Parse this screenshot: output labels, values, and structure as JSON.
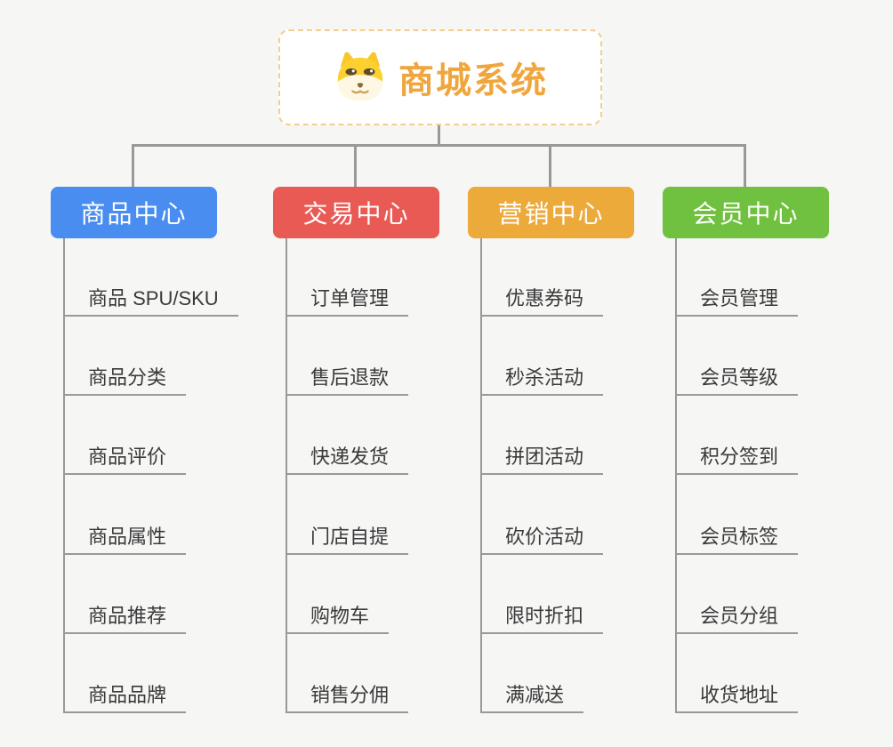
{
  "root": {
    "title": "商城系统",
    "icon": "shiba-dog-icon",
    "title_color": "#f0a63e",
    "border_color": "#f5cd8e"
  },
  "connector_color": "#999999",
  "leaf_text_color": "#3a3a3a",
  "branches": [
    {
      "label": "商品中心",
      "color": "#4a8df0",
      "items": [
        "商品 SPU/SKU",
        "商品分类",
        "商品评价",
        "商品属性",
        "商品推荐",
        "商品品牌"
      ]
    },
    {
      "label": "交易中心",
      "color": "#e85a53",
      "items": [
        "订单管理",
        "售后退款",
        "快递发货",
        "门店自提",
        "购物车",
        "销售分佣"
      ]
    },
    {
      "label": "营销中心",
      "color": "#ecaa3b",
      "items": [
        "优惠券码",
        "秒杀活动",
        "拼团活动",
        "砍价活动",
        "限时折扣",
        "满减送"
      ]
    },
    {
      "label": "会员中心",
      "color": "#6fc13f",
      "items": [
        "会员管理",
        "会员等级",
        "积分签到",
        "会员标签",
        "会员分组",
        "收货地址"
      ]
    }
  ]
}
